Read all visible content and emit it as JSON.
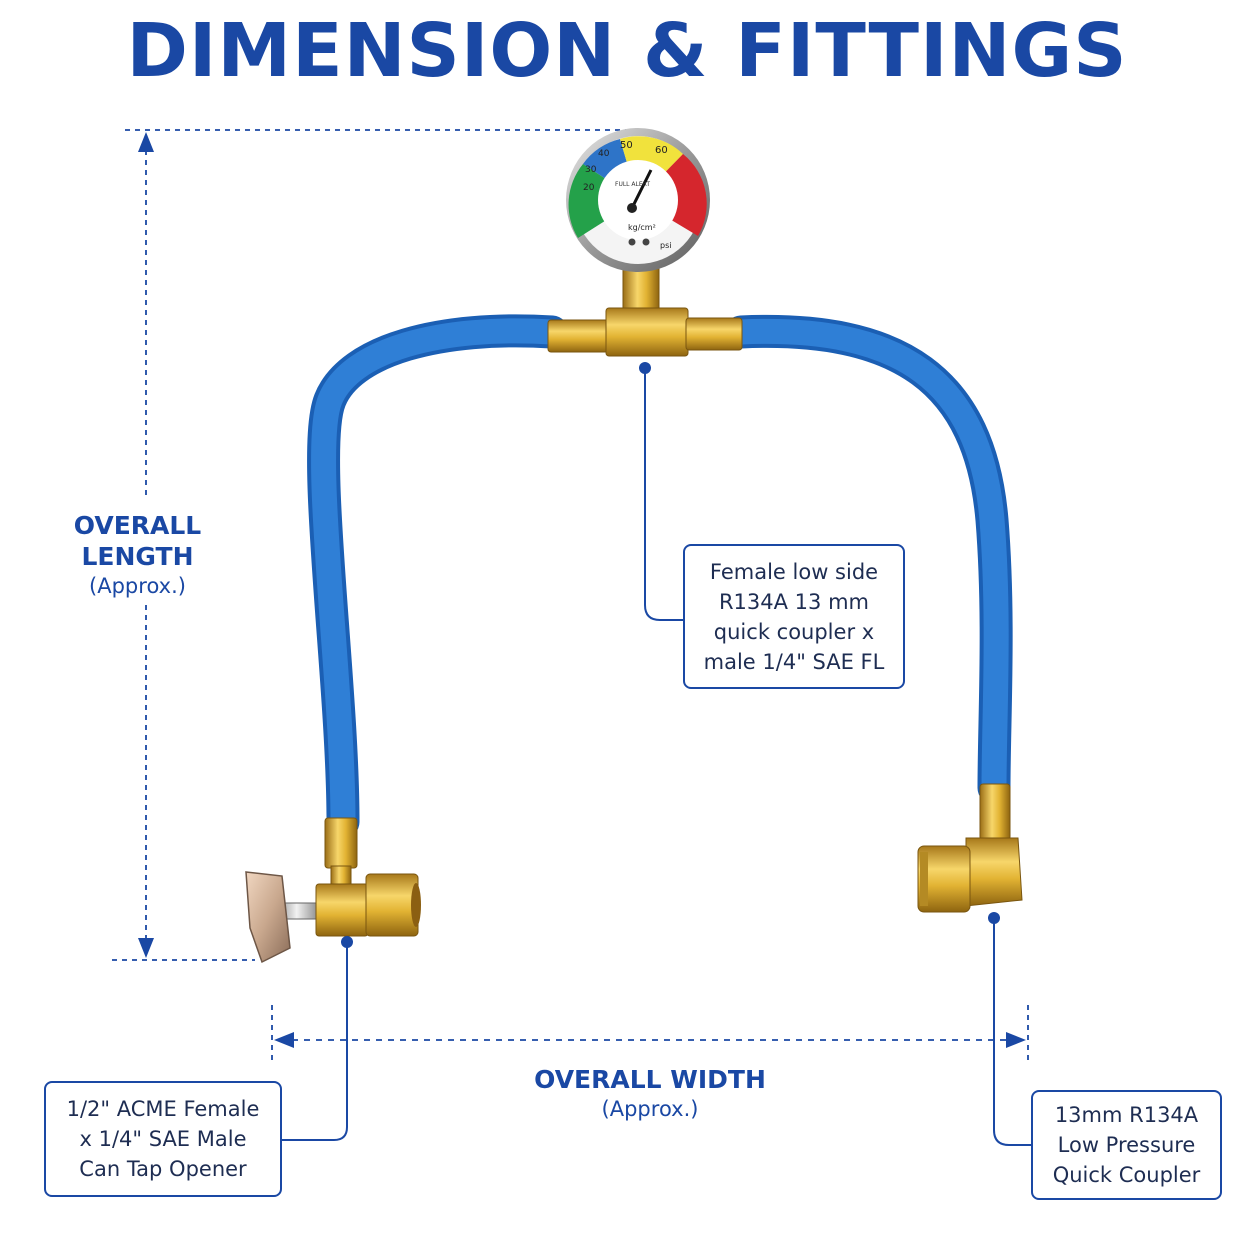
{
  "title": "DIMENSION & FITTINGS",
  "gauge": {
    "scale_numbers": [
      "50",
      "60",
      "40",
      "30",
      "20"
    ],
    "unit_top": "kg/cm²",
    "unit_bottom": "psi",
    "ring_text": "FULL ALERT",
    "colors": {
      "blue": "#2e74c8",
      "yellow": "#f1e23c",
      "red": "#d5262d",
      "green": "#24a14a"
    }
  },
  "dimensions": {
    "length": {
      "line1": "OVERALL",
      "line2": "LENGTH",
      "sub": "(Approx.)"
    },
    "width": {
      "line1": "OVERALL WIDTH",
      "sub": "(Approx.)"
    }
  },
  "callouts": {
    "center_fitting": "Female low side\nR134A 13 mm\nquick coupler x\nmale 1/4\" SAE FL",
    "left_fitting": "1/2\" ACME Female\nx 1/4\" SAE Male\nCan Tap Opener",
    "right_fitting": "13mm R134A\nLow Pressure\nQuick Coupler"
  },
  "colors": {
    "accent": "#1a48a4",
    "hose": "#2a74cc",
    "brass": "#e0b534",
    "text": "#1e2d52"
  }
}
